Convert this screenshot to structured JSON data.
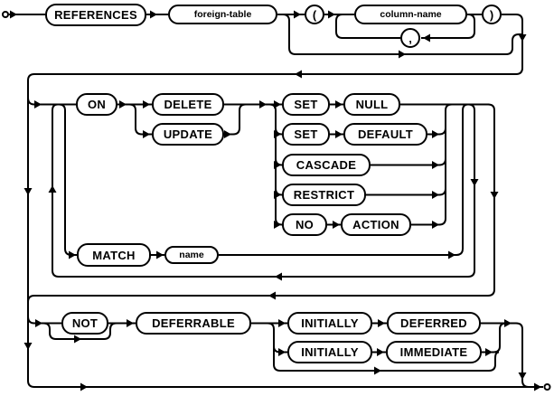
{
  "nodes": {
    "references": "REFERENCES",
    "foreign_table": "foreign-table",
    "open_paren": "(",
    "column_name": "column-name",
    "comma": ",",
    "close_paren": ")",
    "on": "ON",
    "delete": "DELETE",
    "update": "UPDATE",
    "set": "SET",
    "null": "NULL",
    "default": "DEFAULT",
    "cascade": "CASCADE",
    "restrict": "RESTRICT",
    "no": "NO",
    "action": "ACTION",
    "match": "MATCH",
    "name": "name",
    "not": "NOT",
    "deferrable": "DEFERRABLE",
    "initially": "INITIALLY",
    "deferred": "DEFERRED",
    "immediate": "IMMEDIATE"
  },
  "colors": {
    "line": "#000000",
    "background": "#ffffff"
  }
}
